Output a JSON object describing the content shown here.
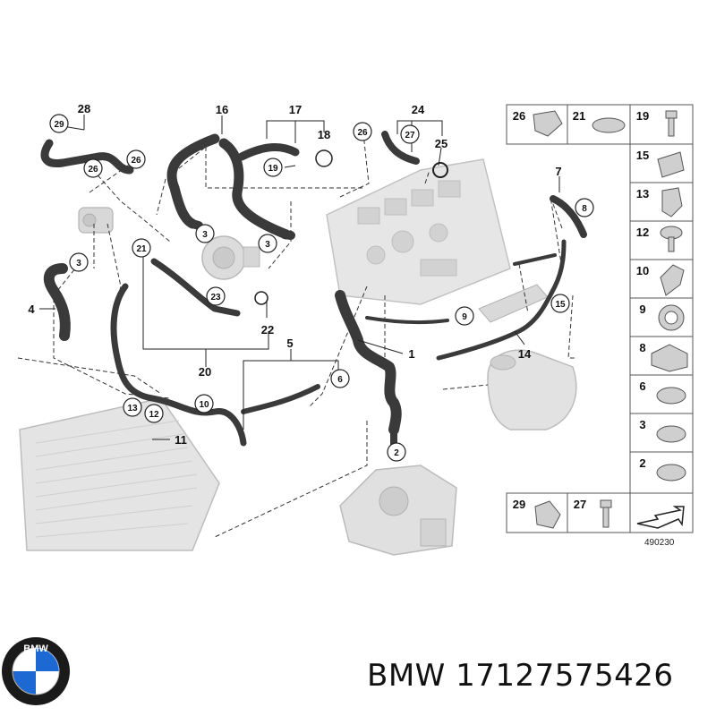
{
  "diagram": {
    "callouts": [
      "1",
      "2",
      "3",
      "4",
      "5",
      "6",
      "7",
      "8",
      "9",
      "10",
      "11",
      "12",
      "13",
      "14",
      "15",
      "16",
      "17",
      "18",
      "19",
      "20",
      "21",
      "22",
      "23",
      "24",
      "25",
      "26",
      "27",
      "28",
      "29"
    ],
    "legend_items": [
      "26",
      "21",
      "19",
      "15",
      "13",
      "12",
      "10",
      "9",
      "8",
      "6",
      "3",
      "2",
      "29",
      "27"
    ],
    "reference_number": "490230"
  },
  "footer": {
    "brand_logo_text": "BMW",
    "part_label": "BMW 17127575426"
  },
  "colors": {
    "hose": "#3a3a3a",
    "part_grey": "#cfcfcf",
    "line": "#222222",
    "logo_blue": "#1c69d4"
  }
}
